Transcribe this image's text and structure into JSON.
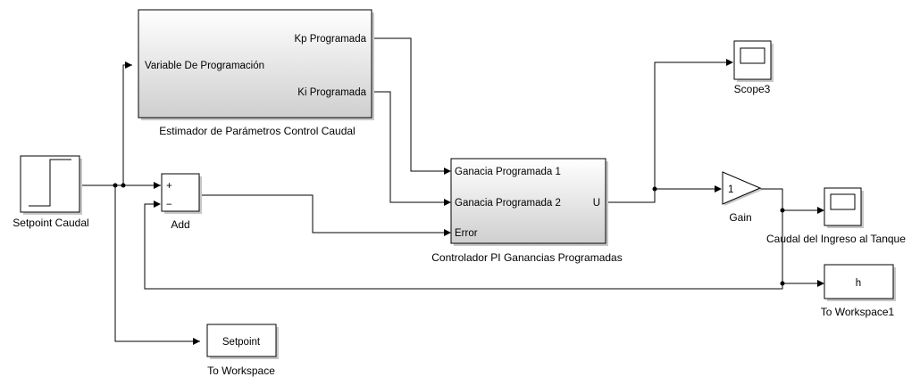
{
  "blocks": {
    "setpoint_step": {
      "name": "Setpoint Caudal"
    },
    "estimator": {
      "name": "Estimador de Parámetros Control Caudal",
      "in_port": "Variable De Programación",
      "out_port_1": "Kp Programada",
      "out_port_2": "Ki Programada"
    },
    "add": {
      "name": "Add",
      "plus": "+",
      "minus": "−"
    },
    "controller": {
      "name": "Controlador PI Ganancias Programadas",
      "in_port_1": "Ganacia Programada 1",
      "in_port_2": "Ganacia Programada 2",
      "in_port_3": "Error",
      "out_port": "U"
    },
    "scope3": {
      "name": "Scope3"
    },
    "gain": {
      "name": "Gain",
      "value": "1"
    },
    "scope_tank": {
      "name": "Caudal del Ingreso al Tanque"
    },
    "to_workspace1": {
      "name": "To Workspace1",
      "variable": "h"
    },
    "to_workspace": {
      "name": "To Workspace",
      "variable": "Setpoint"
    }
  },
  "colors": {
    "subsystem_top": "#ffffff",
    "subsystem_bottom": "#cfcfcf",
    "line": "#000000",
    "background": "#ffffff"
  }
}
